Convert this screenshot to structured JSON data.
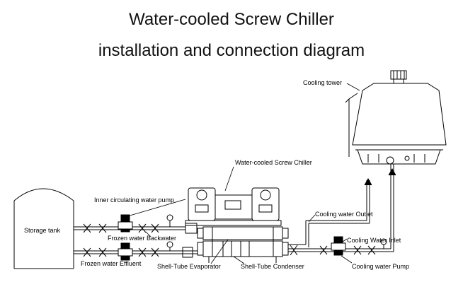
{
  "title": {
    "line1": "Water-cooled Screw Chiller",
    "line2": "installation and connection diagram"
  },
  "labels": {
    "cooling_tower": "Cooling tower",
    "chiller": "Water-cooled Screw Chiller",
    "inner_pump": "Inner circulating water pump",
    "storage_tank": "Storage tank",
    "frozen_backwater": "Frozen water Backwater",
    "frozen_effluent": "Frozen water Effluent",
    "evaporator": "Shell-Tube Evaporator",
    "condenser": "Shell-Tube Condenser",
    "cooling_outlet": "Cooling water Outlet",
    "cooling_inlet": "Cooling Water Inlet",
    "cooling_pump": "Cooling water Pump"
  }
}
